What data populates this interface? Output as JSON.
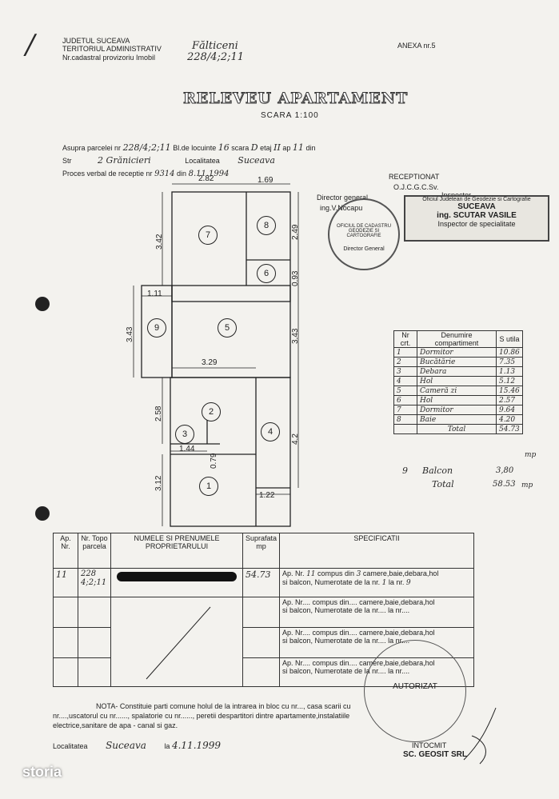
{
  "header": {
    "county": "JUDETUL SUCEAVA",
    "territory": "TERITORIUL ADMINISTRATIV",
    "territory_value": "Fălticeni",
    "cadastral": "Nr.cadastral provizoriu Imobil",
    "cadastral_value": "228/4;2;11",
    "annex": "ANEXA nr.5",
    "margin_mark": "/"
  },
  "title": {
    "main": "RELEVEU APARTAMENT",
    "scale": "SCARA 1:100"
  },
  "info": {
    "line1_prefix": "Asupra parcelei nr",
    "parcel": "228/4;2;11",
    "line1_mid": "Bl.de locuinte",
    "block": "16",
    "scara_label": "scara",
    "scara": "D",
    "etaj_label": "etaj",
    "etaj": "II",
    "ap_label": "ap",
    "ap": "11",
    "din": "din",
    "str_label": "Str",
    "street": "2 Grănicieri",
    "loc_label": "Localitatea",
    "locality": "Suceava",
    "pv_label": "Proces verbal de receptie nr",
    "pv_number": "9314",
    "pv_din": "din",
    "pv_date": "8.11.1994"
  },
  "reception": {
    "label": "RECEPTIONAT",
    "office": "O.J.C.G.C.Sv.",
    "inspector_label": "Inspector",
    "director_label": "Director general",
    "director_name": "ing.V.Nocapu",
    "stamp_line1": "Oficiul Judetean de Geodezie si Cartografie",
    "stamp_line2": "SUCEAVA",
    "stamp_line3": "ing. SCUTAR VASILE",
    "stamp_line4": "Inspector de specialitate",
    "round_stamp_text": "OFICIUL DE CADASTRU GEODEZIE SI CARTOGRAFIE",
    "round_stamp_center": "Director General"
  },
  "plan": {
    "dims": {
      "top_a": "2.82",
      "top_b": "1.69",
      "left_a": "3.42",
      "right_a": "2.49",
      "right_b": "0.93",
      "balcony_w": "1.11",
      "left_b": "3.43",
      "right_c": "3.43",
      "mid_w": "3.29",
      "left_c": "2.58",
      "small_w": "1.44",
      "small_h": "0.79",
      "right_d": "4.2",
      "left_d": "3.12",
      "bottom_w": "1.22"
    },
    "rooms": [
      "7",
      "8",
      "6",
      "9",
      "5",
      "2",
      "3",
      "4",
      "1"
    ]
  },
  "legend": {
    "h_nr": "Nr crt.",
    "h_name": "Denumire compartiment",
    "h_s": "S utila",
    "rows": [
      {
        "nr": "1",
        "name": "Dormitor",
        "s": "10.86"
      },
      {
        "nr": "2",
        "name": "Bucătărie",
        "s": "7.35"
      },
      {
        "nr": "3",
        "name": "Debara",
        "s": "1.13"
      },
      {
        "nr": "4",
        "name": "Hol",
        "s": "5.12"
      },
      {
        "nr": "5",
        "name": "Cameră zi",
        "s": "15.46"
      },
      {
        "nr": "6",
        "name": "Hol",
        "s": "2.57"
      },
      {
        "nr": "7",
        "name": "Dormitor",
        "s": "9.64"
      },
      {
        "nr": "8",
        "name": "Baie",
        "s": "4.20"
      }
    ],
    "total_label": "Total",
    "total": "54.73",
    "unit": "mp",
    "balcony_nr": "9",
    "balcony_name": "Balcon",
    "balcony_s": "3,80",
    "grand_label": "Total",
    "grand_total": "58.53",
    "grand_unit": "mp"
  },
  "owners": {
    "h_ap": "Ap. Nr.",
    "h_topo": "Nr. Topo parcela",
    "h_name": "NUMELE SI PRENUMELE PROPRIETARULUI",
    "h_area": "Suprafata mp",
    "h_spec": "SPECIFICATII",
    "row1": {
      "ap": "11",
      "topo": "228 4;2;11",
      "area": "54.73",
      "spec_a": "Ap. Nr.",
      "spec_ap": "11",
      "spec_b": "compus din",
      "spec_rooms": "3",
      "spec_c": "camere,baie,debara,hol",
      "spec_d": "si balcon, Numerotate de la nr.",
      "spec_from": "1",
      "spec_e": "la nr.",
      "spec_to": "9"
    },
    "empty_spec_1": "Ap. Nr.... compus din.... camere,baie,debara,hol",
    "empty_spec_2": "si balcon, Numerotate de la nr.... la nr....",
    "empty_spec_3": "Ap. Nr.... compus din.... camere,baie,debara,hol",
    "empty_spec_4": "si balcon, Numerotate de la nr.... la nr....",
    "empty_spec_5": "Ap. Nr.... compus din.... camere,baie,debara,hol",
    "empty_spec_6": "si balcon, Numerotate de la nr.... la nr...."
  },
  "nota": {
    "line1": "NOTA- Constituie parti comune holul de la intrarea in bloc cu nr..., casa scarii cu",
    "line2": "nr....,uscatorul cu nr......, spalatorie cu nr......, peretii despartitori dintre apartamente,instalatiile",
    "line3": "electrice,sanitare de apa - canal si gaz.",
    "loc_label": "Localitatea",
    "loc_value": "Suceava",
    "date_label": "la",
    "date_value": "4.11.1999",
    "intocmit": "INTOCMIT",
    "company": "SC. GEOSIT SRL",
    "auth_stamp": "AUTORIZAT"
  },
  "brand": "storia"
}
